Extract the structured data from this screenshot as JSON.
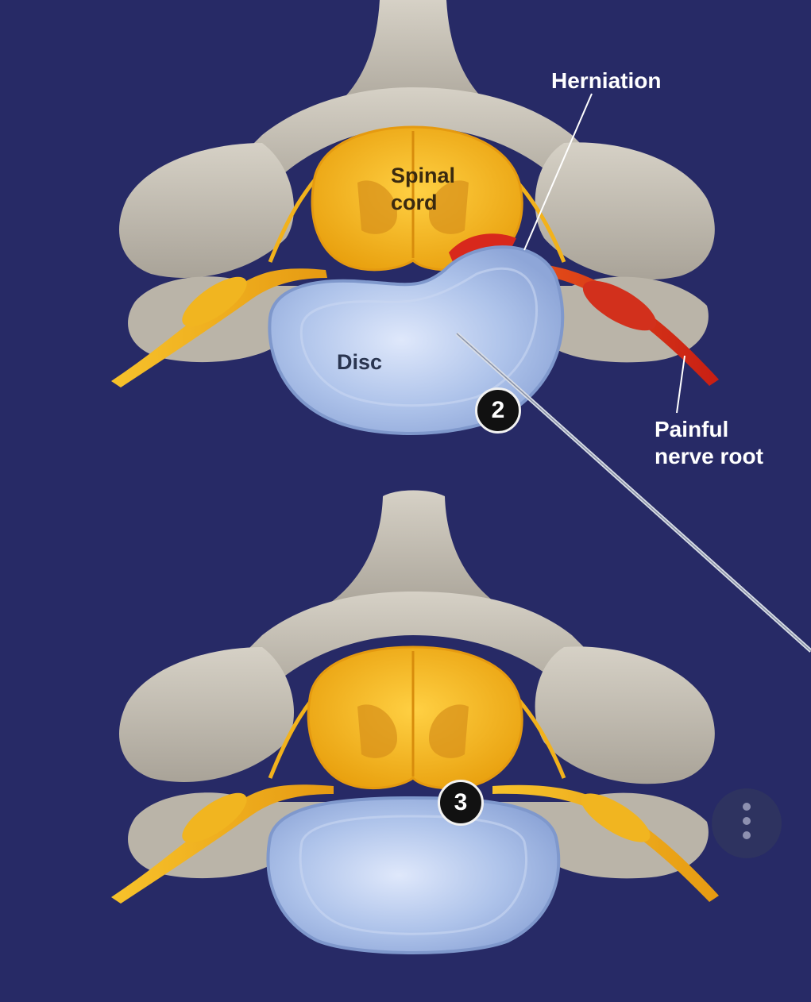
{
  "labels": {
    "herniation": "Herniation",
    "spinal_line1": "Spinal",
    "spinal_line2": "cord",
    "disc": "Disc",
    "painful_line1": "Painful",
    "painful_line2": "nerve root"
  },
  "steps": {
    "top": "2",
    "bottom": "3"
  },
  "icons": {
    "menu": "more-vert-icon"
  },
  "colors": {
    "background": "#272a66",
    "bone": "#c7c2b8",
    "cord": "#f2b21c",
    "nerve": "#f0b21a",
    "inflamed": "#d8281c",
    "disc": "#b6c9ec"
  }
}
